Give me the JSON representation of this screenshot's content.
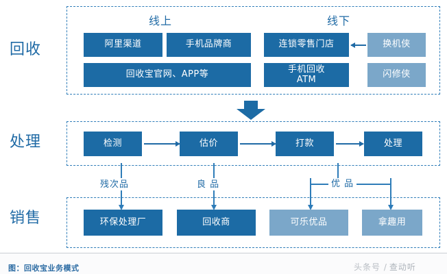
{
  "figure": {
    "caption": "图：回收宝业务模式",
    "watermark_prefix": "头条号 /",
    "watermark_suffix": "查动听"
  },
  "colors": {
    "dark_blue": "#1C6BA5",
    "light_blue": "#7BA7C9",
    "line_blue": "#2E7CB8",
    "label_blue": "#1F6AA5"
  },
  "rows": [
    {
      "label": "回收"
    },
    {
      "label": "处理"
    },
    {
      "label": "销售"
    }
  ],
  "recycle": {
    "groups": [
      {
        "heading": "线上"
      },
      {
        "heading": "线下"
      }
    ],
    "boxes": [
      {
        "label": "阿里渠道",
        "tone": "dark"
      },
      {
        "label": "手机品牌商",
        "tone": "dark"
      },
      {
        "label": "连锁零售门店",
        "tone": "dark"
      },
      {
        "label": "换机侠",
        "tone": "light"
      },
      {
        "label": "回收宝官网、APP等",
        "tone": "dark"
      },
      {
        "label": "手机回收\nATM",
        "tone": "dark"
      },
      {
        "label": "闪修侠",
        "tone": "light"
      }
    ]
  },
  "process": {
    "steps": [
      {
        "label": "检测",
        "tone": "dark"
      },
      {
        "label": "估价",
        "tone": "dark"
      },
      {
        "label": "打款",
        "tone": "dark"
      },
      {
        "label": "处理",
        "tone": "dark"
      }
    ]
  },
  "sales": {
    "connector_labels": [
      {
        "label": "残次品"
      },
      {
        "label": "良 品"
      },
      {
        "label": "优 品"
      }
    ],
    "boxes": [
      {
        "label": "环保处理厂",
        "tone": "dark"
      },
      {
        "label": "回收商",
        "tone": "dark"
      },
      {
        "label": "可乐优品",
        "tone": "light"
      },
      {
        "label": "拿趣用",
        "tone": "light"
      }
    ]
  }
}
